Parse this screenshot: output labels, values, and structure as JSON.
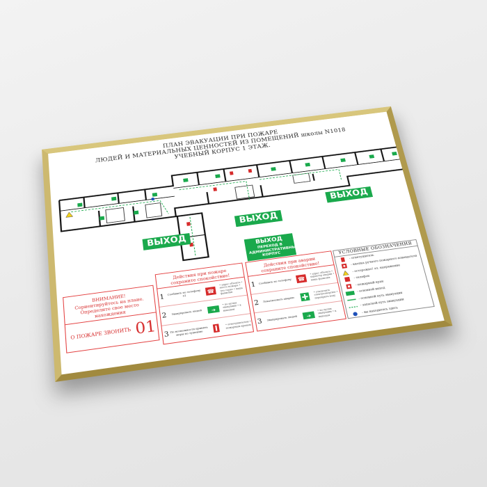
{
  "plan_title": {
    "line1": "ПЛАН ЭВАКУАЦИИ ПРИ ПОЖАРЕ",
    "line2": "ЛЮДЕЙ И МАТЕРИАЛЬНЫХ ЦЕННОСТЕЙ ИЗ ПОМЕЩЕНИЙ школы N1018",
    "line3": "УЧЕБНЫЙ КОРПУС 1 ЭТАЖ."
  },
  "exits": {
    "left": "ВЫХОД",
    "center": "ВЫХОД",
    "right": "ВЫХОД",
    "passage_title": "ВЫХОД",
    "passage_sub": "ПЕРЕХОД В АДМИНИСТРАТИВНЫЙ КОРПУС"
  },
  "warning": {
    "title": "ВНИМАНИЕ!",
    "line1": "Сориентируйтесь на плане.",
    "line2": "Определите свое место  нахождения",
    "call_label": "О ПОЖАРЕ ЗВОНИТЬ",
    "call_number": "01"
  },
  "fire_actions": {
    "title_line1": "Действия при пожаре",
    "title_line2": "сохраните спокойствие!",
    "steps": [
      {
        "num": "1",
        "text": "Сообщить по телефону 01",
        "desc": "• адрес объекта • место пожара • что горит • ваша фамилия"
      },
      {
        "num": "2",
        "text": "Эвакуировать людей",
        "desc": "• по путям эвакуации • к выходам"
      },
      {
        "num": "3",
        "text": "По возможности принять меры по тушению",
        "desc": "• огнетушителем • пожарным краном"
      }
    ]
  },
  "emergency_actions": {
    "title_line1": "Действия при аварии",
    "title_line2": "сохраните спокойствие!",
    "steps": [
      {
        "num": "1",
        "text": "Сообщить по телефону",
        "desc": "• адрес объекта • характер аварии • ваша фамилия"
      },
      {
        "num": "2",
        "text": "Локализовать аварию",
        "desc": "• отключить электроэнергию • перекрыть воду"
      },
      {
        "num": "3",
        "text": "Эвакуировать людей",
        "desc": "• по путям эвакуации • к выходам"
      }
    ]
  },
  "legend": {
    "title": "УСЛОВНЫЕ ОБОЗНАЧЕНИЯ",
    "items": [
      {
        "icon": "fire-extinguisher-icon",
        "label": "- огнетушитель"
      },
      {
        "icon": "manual-fire-alarm-icon",
        "label": "- кнопка ручного пожарного извещателя"
      },
      {
        "icon": "high-voltage-icon",
        "label": "- осторожно! эл. напряжение"
      },
      {
        "icon": "phone-icon",
        "label": "- телефон"
      },
      {
        "icon": "fire-hydrant-icon",
        "label": "- пожарный кран"
      },
      {
        "icon": "exit-icon",
        "label": "- основной выход"
      },
      {
        "icon": "main-route-arrow-icon",
        "label": "- основной путь эвакуации"
      },
      {
        "icon": "spare-route-arrow-icon",
        "label": "- запасной путь эвакуации"
      },
      {
        "icon": "you-are-here-icon",
        "label": "- вы находитесь здесь"
      }
    ]
  },
  "colors": {
    "frame_gold": "#c9b56a",
    "exit_green": "#1aa94c",
    "warning_red": "#d62b2b",
    "wall_black": "#111111",
    "you_are_here_blue": "#1d4fb8"
  }
}
